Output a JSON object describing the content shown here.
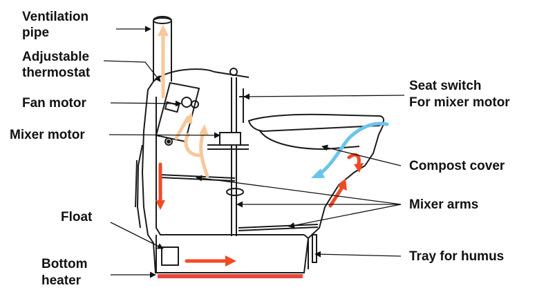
{
  "labels": {
    "ventilation_pipe": [
      "Ventilation",
      "pipe"
    ],
    "adjustable_thermostat": [
      "Adjustable",
      "thermostat"
    ],
    "fan_motor": "Fan motor",
    "mixer_motor": "Mixer motor",
    "float": "Float",
    "bottom_heater": [
      "Bottom",
      "heater"
    ],
    "seat_switch": [
      "Seat switch",
      "For mixer motor"
    ],
    "compost_cover": "Compost cover",
    "mixer_arms": "Mixer arms",
    "tray_for_humus": "Tray for humus"
  },
  "colors": {
    "outline": "#1a1a1a",
    "hot_air": "#f04a25",
    "warm_air": "#f6c89a",
    "cool_air": "#6cc4ea",
    "heater": "#e8473b"
  }
}
